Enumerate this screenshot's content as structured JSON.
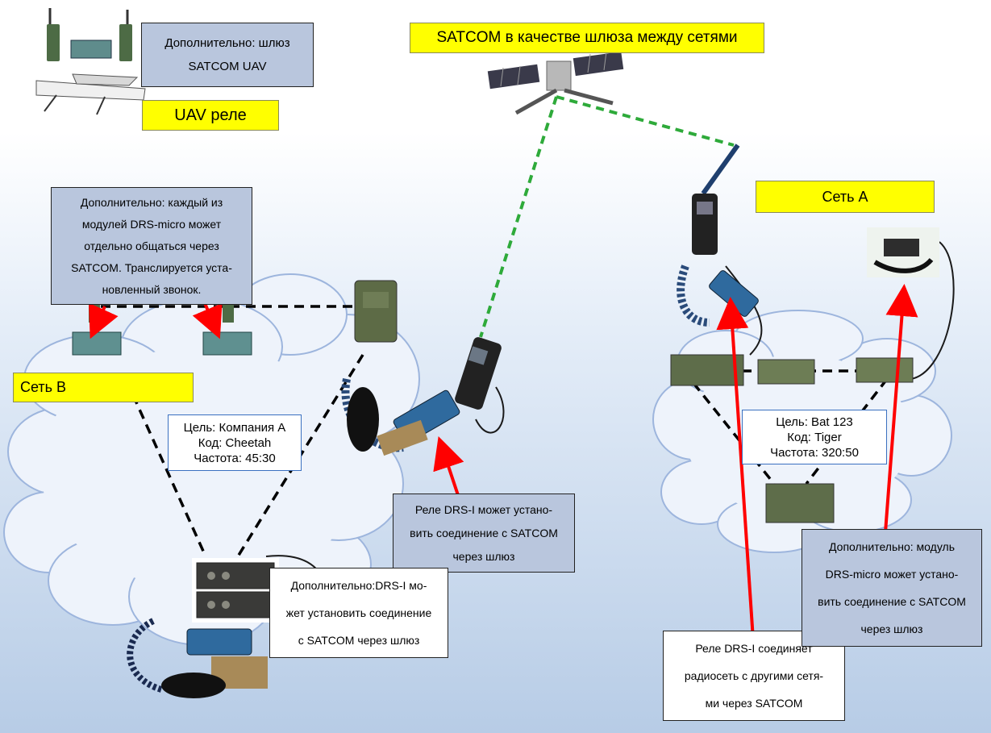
{
  "labels": {
    "satcom_title": "SATCOM в качестве шлюза между сетями",
    "uav_relay": "UAV реле",
    "net_a": "Сеть А",
    "net_b": "Сеть В"
  },
  "boxes": {
    "uav_gateway": [
      "Дополнительно: шлюз",
      "SATCOM UAV"
    ],
    "drs_micro_each": [
      "Дополнительно: каждый из",
      "модулей DRS-micro может",
      "отдельно общаться через",
      "SATCOM. Транслируется уста-",
      "новленный звонок."
    ],
    "drs_relay_center": [
      "Реле DRS-I может устано-",
      "вить соединение с SATCOM",
      "через шлюз"
    ],
    "drs_optional_bottom": [
      "Дополнительно:DRS-I мо-",
      "жет установить соединение",
      "с SATCOM через шлюз"
    ],
    "drs_relay_right": [
      "Реле DRS-I соединяет",
      "радиосеть с другими сетя-",
      "ми через SATCOM"
    ],
    "drs_micro_right": [
      "Дополнительно: модуль",
      "DRS-micro может устано-",
      "вить соединение с SATCOM",
      "через шлюз"
    ]
  },
  "targets": {
    "net_b": [
      "Цель: Компания А",
      "Код: Cheetah",
      "Частота: 45:30"
    ],
    "net_a": [
      "Цель: Bat 123",
      "Код: Tiger",
      "Частота: 320:50"
    ]
  },
  "colors": {
    "satcom_link": "#2eaa3a",
    "arrow": "#ff0000",
    "network_link": "#000000",
    "cloud_outline": "#9db5dd"
  }
}
